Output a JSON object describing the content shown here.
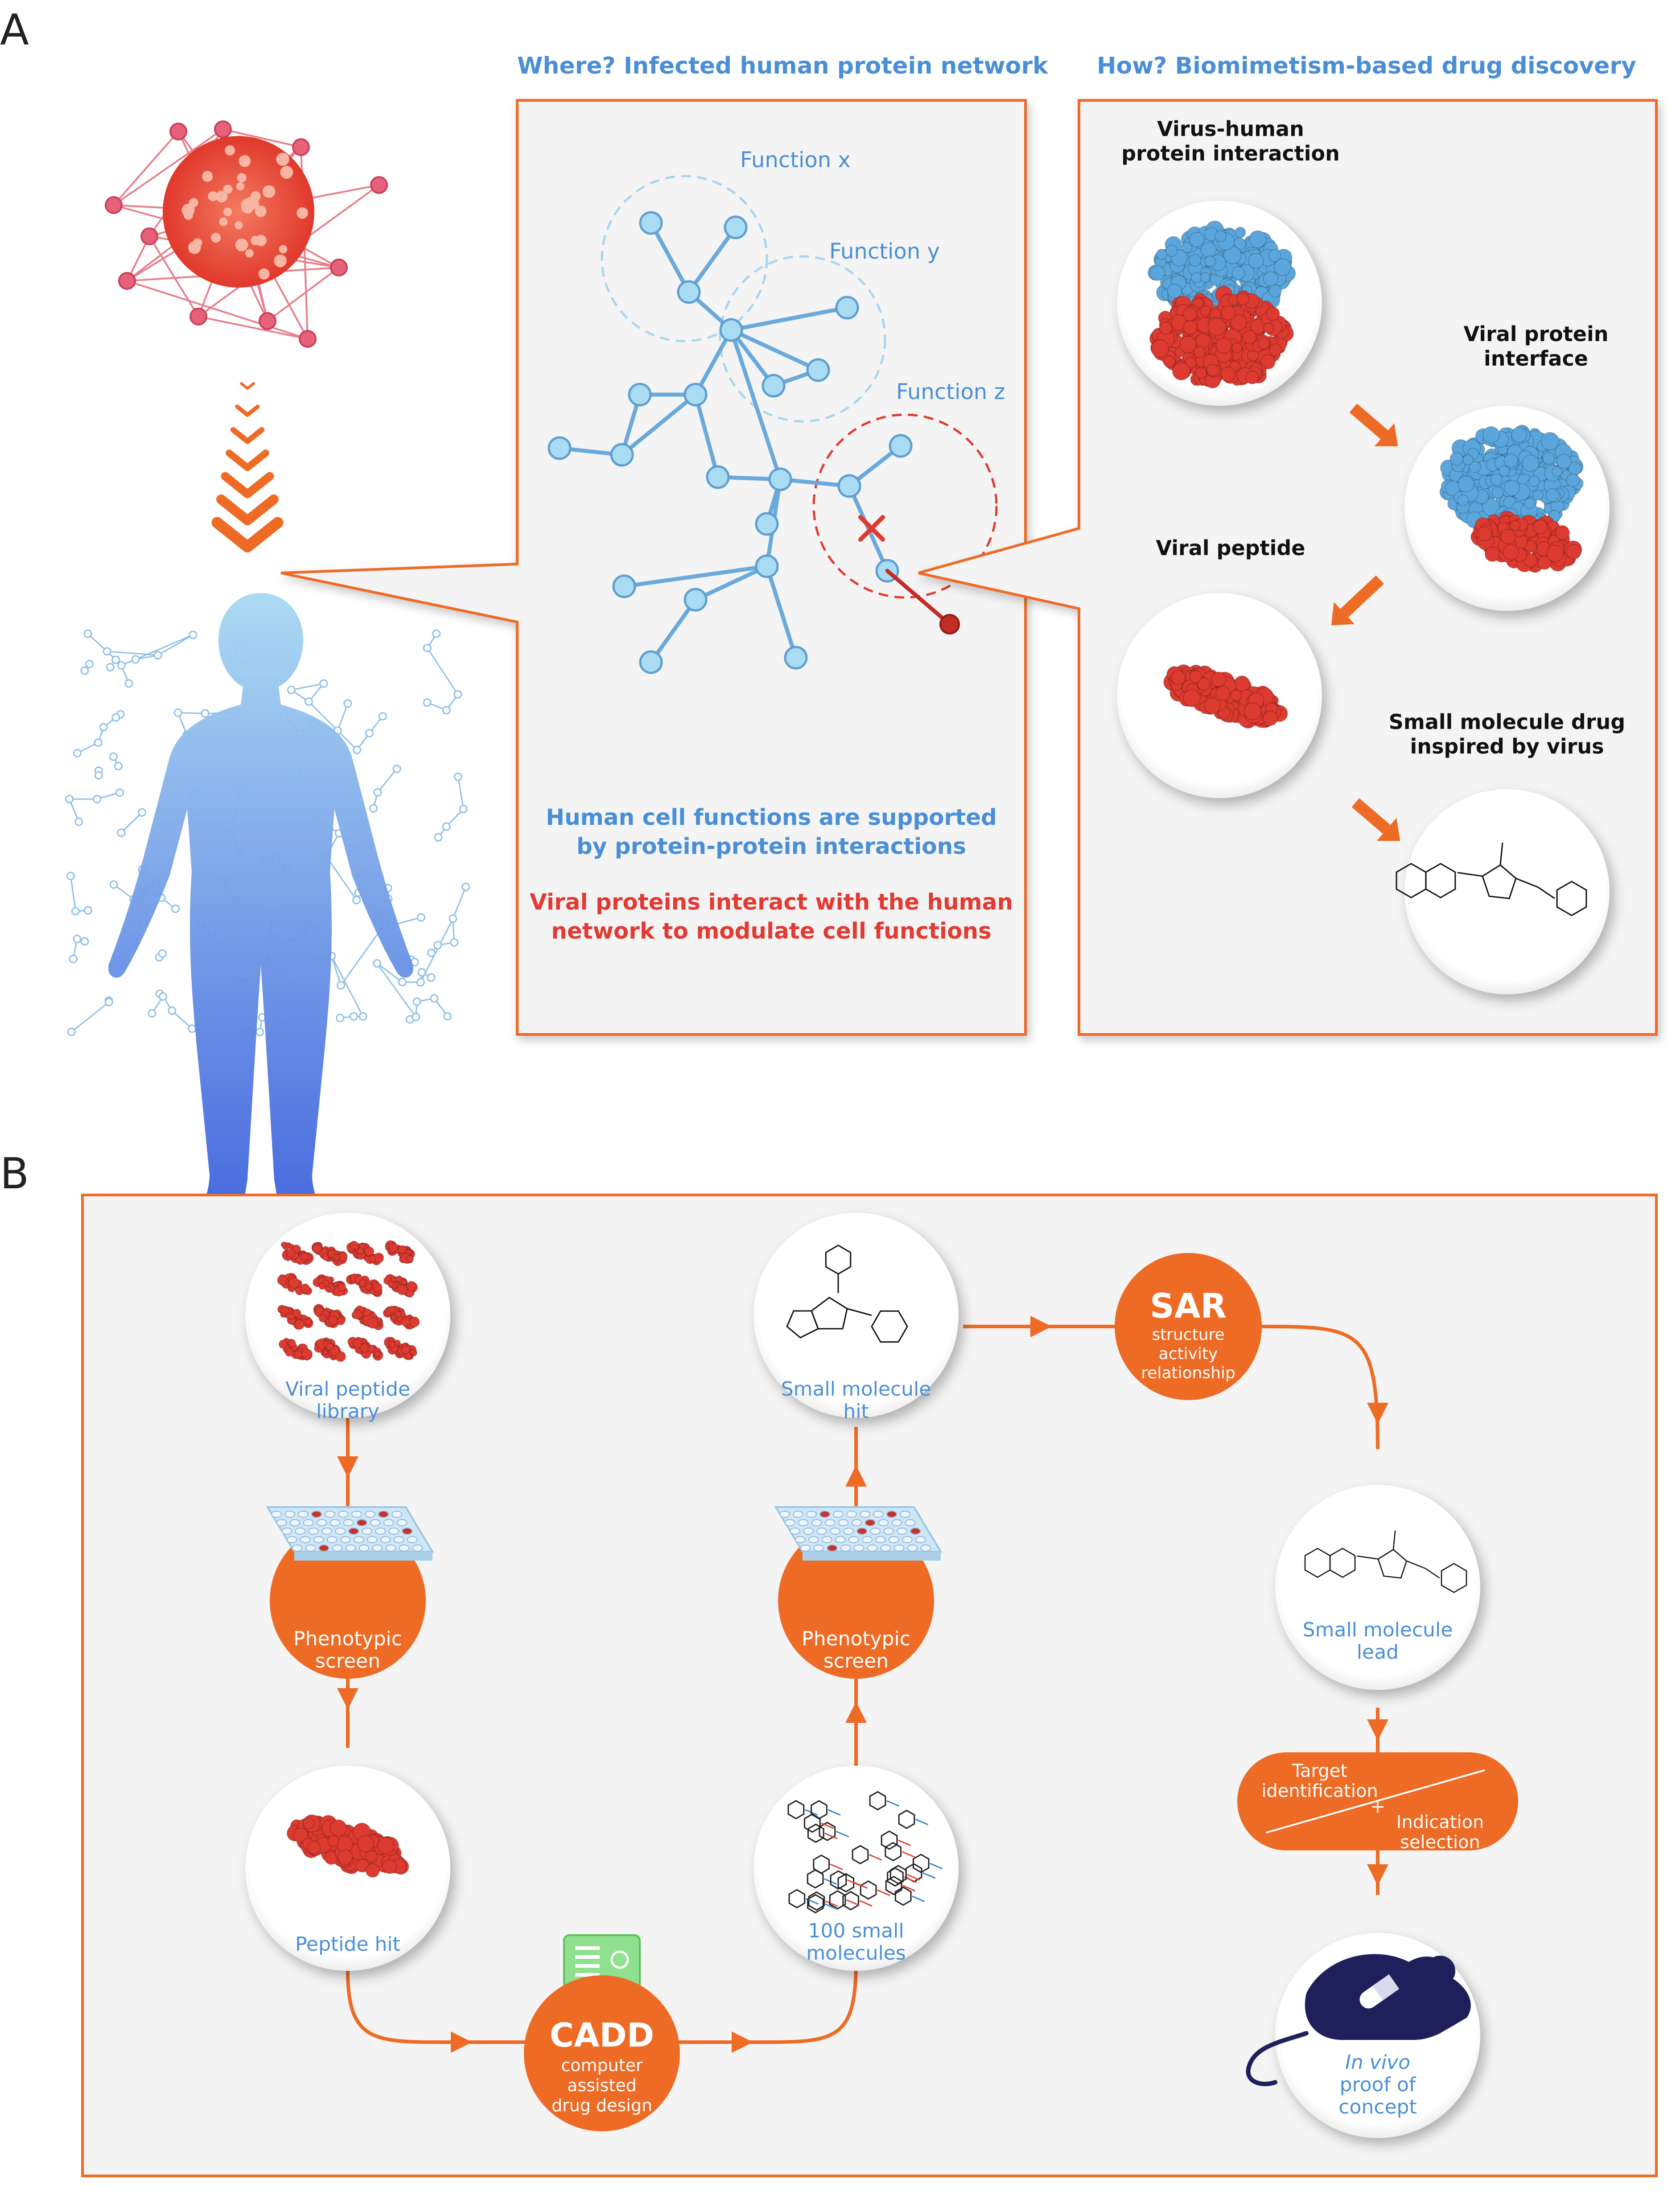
{
  "colors": {
    "orange": "#ee6b26",
    "blue_text": "#4a8fd6",
    "red_text": "#e33a32",
    "node_fill": "#a9dcf2",
    "node_stroke": "#5f9fd0",
    "edge": "#6aa9dc",
    "viral_red": "#dd3a30",
    "protein_blue": "#5aa6dc",
    "panel_bg": "#f4f4f4"
  },
  "panel_a": {
    "label": "A",
    "where_heading": "Where? Infected human protein network",
    "how_heading": "How? Biomimetism-based drug discovery",
    "functions": [
      "Function x",
      "Function y",
      "Function z"
    ],
    "text_blue_1": "Human cell functions are supported",
    "text_blue_2": "by protein-protein interactions",
    "text_red_1": "Viral proteins interact with the human",
    "text_red_2": "network to modulate cell functions",
    "steps": [
      {
        "title_1": "Virus-human",
        "title_2": "protein interaction"
      },
      {
        "title_1": "Viral protein",
        "title_2": "interface"
      },
      {
        "title_1": "Viral peptide",
        "title_2": ""
      },
      {
        "title_1": "Small molecule drug",
        "title_2": "inspired by virus"
      }
    ]
  },
  "panel_b": {
    "label": "B",
    "viral_library_1": "Viral peptide",
    "viral_library_2": "library",
    "screen_1": "Phenotypic",
    "screen_2": "screen",
    "peptide_hit": "Peptide hit",
    "cadd_title": "CADD",
    "cadd_1": "computer",
    "cadd_2": "assisted",
    "cadd_3": "drug design",
    "small_molecules_1": "100 small",
    "small_molecules_2": "molecules",
    "hit_1": "Small molecule",
    "hit_2": "hit",
    "sar_title": "SAR",
    "sar_1": "structure",
    "sar_2": "activity",
    "sar_3": "relationship",
    "lead_1": "Small molecule",
    "lead_2": "lead",
    "target_1": "Target",
    "target_2": "identification",
    "plus": "+",
    "indication_1": "Indication",
    "indication_2": "selection",
    "invivo_1": "In vivo",
    "invivo_2": "proof of",
    "invivo_3": "concept"
  }
}
